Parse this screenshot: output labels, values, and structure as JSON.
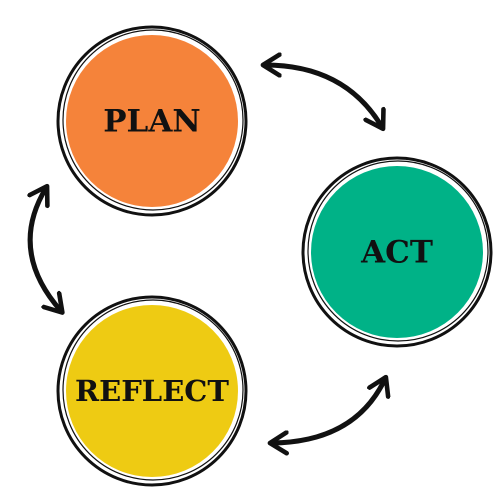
{
  "diagram": {
    "nodes": [
      {
        "id": "plan",
        "label": "PLAN",
        "color": "#F5833A"
      },
      {
        "id": "act",
        "label": "ACT",
        "color": "#00B287"
      },
      {
        "id": "reflect",
        "label": "REFLECT",
        "color": "#EECB13"
      }
    ],
    "edges": [
      {
        "from": "plan",
        "to": "act",
        "bidirectional": true
      },
      {
        "from": "act",
        "to": "reflect",
        "bidirectional": true
      },
      {
        "from": "reflect",
        "to": "plan",
        "bidirectional": true
      }
    ],
    "stroke_color": "#111111",
    "background_color": "#FFFFFF"
  }
}
